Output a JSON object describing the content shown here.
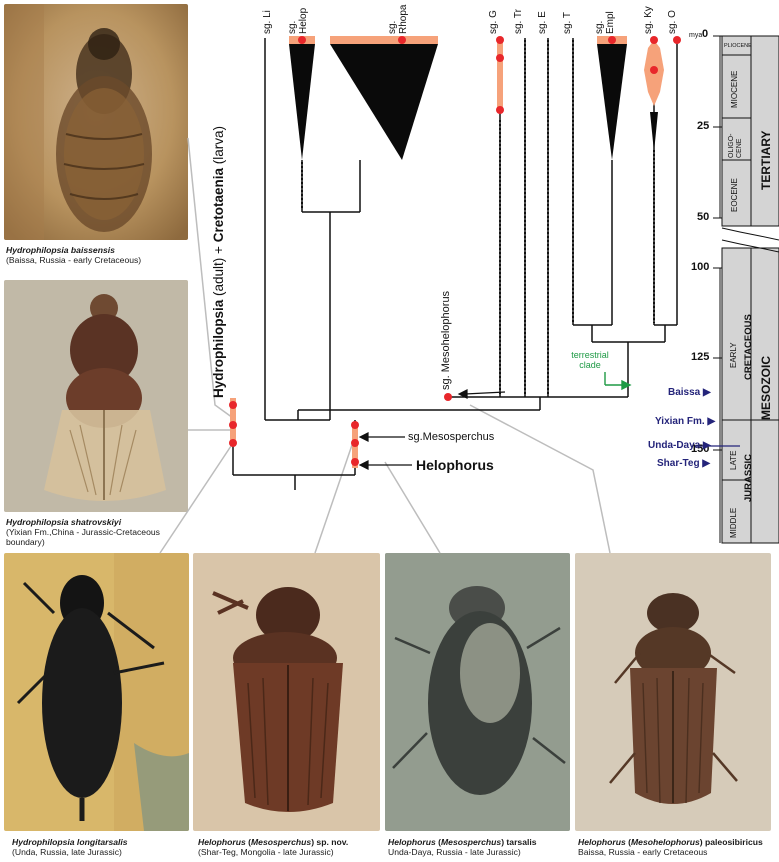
{
  "colors": {
    "accent_red": "#e8272b",
    "range_orange": "#f6a27a",
    "tree_line": "#111111",
    "event_blue": "#24247a",
    "terrestrial_green": "#1e9a45",
    "scale_fill": "#d4d4d4",
    "connector_gray": "#bdbdbd"
  },
  "tree_labels": {
    "hydrophilopsia": "Hydrophilopsia",
    "hydrophilopsia_paren": "(adult) +",
    "cretotaenia": "Cretotaenia",
    "cretotaenia_paren": "(larva)",
    "helophorus": "Helophorus",
    "mesosperchus": "sg.Mesosperchus",
    "mesohelophorus": "sg. Mesohelophorus",
    "terrestrial_line1": "terrestrial",
    "terrestrial_line2": "clade"
  },
  "taxa_top": [
    {
      "id": "li",
      "line1": "sg. Li",
      "line2": ""
    },
    {
      "id": "helop",
      "line1": "sg.",
      "line2": "Helop"
    },
    {
      "id": "rhopa",
      "line1": "sg.",
      "line2": "Rhopa"
    },
    {
      "id": "g",
      "line1": "sg. G",
      "line2": ""
    },
    {
      "id": "tr",
      "line1": "sg. Tr",
      "line2": ""
    },
    {
      "id": "e",
      "line1": "sg. E",
      "line2": ""
    },
    {
      "id": "t",
      "line1": "sg. T",
      "line2": ""
    },
    {
      "id": "empl",
      "line1": "sg.",
      "line2": "Empl"
    },
    {
      "id": "ky",
      "line1": "sg. Ky",
      "line2": ""
    },
    {
      "id": "o",
      "line1": "sg. O",
      "line2": ""
    }
  ],
  "timescale": {
    "unit": "mya",
    "ticks": [
      "0",
      "25",
      "50",
      "100",
      "125",
      "150"
    ],
    "epochs": {
      "pliocene": "PLIOCENE",
      "miocene": "MIOCENE",
      "oligocene": "OLIGO-CENE",
      "eocene": "EOCENE"
    },
    "era_tertiary": "TERTIARY",
    "cretaceous": "CRETACEOUS",
    "early": "EARLY",
    "jurassic": "JURASSIC",
    "late": "LATE",
    "middle": "MIDDLE",
    "era_mesozoic": "MESOZOIC"
  },
  "events": [
    {
      "label": "Baissa",
      "arrow": "▶"
    },
    {
      "label": "Yixian Fm.",
      "arrow": "▶"
    },
    {
      "label": "Unda-Daya",
      "arrow": "▶"
    },
    {
      "label": "Shar-Teg",
      "arrow": "▶"
    }
  ],
  "fossils": [
    {
      "name": "Hydrophilopsia baissensis",
      "locality": "(Baissa, Russia - early Cretaceous)"
    },
    {
      "name": "Hydrophilopsia shatrovskiyi",
      "locality": "(Yixian Fm.,China - Jurassic-Cretaceous boundary)"
    },
    {
      "name": "Hydrophilopsia longitarsalis",
      "locality": "(Unda, Russia, late Jurassic)"
    },
    {
      "name_parts": [
        "Helophorus",
        " (",
        "Mesosperchus",
        ") sp. nov."
      ],
      "locality": "(Shar-Teg, Mongolia - late Jurassic)"
    },
    {
      "name_parts": [
        "Helophorus",
        " (",
        "Mesosperchus",
        ") tarsalis"
      ],
      "locality": "Unda-Daya, Russia - late Jurassic)"
    },
    {
      "name_parts": [
        "Helophorus",
        " (",
        "Mesohelophorus",
        ") paleosibiricus"
      ],
      "locality": "Baissa, Russia - early Cretaceous"
    }
  ]
}
